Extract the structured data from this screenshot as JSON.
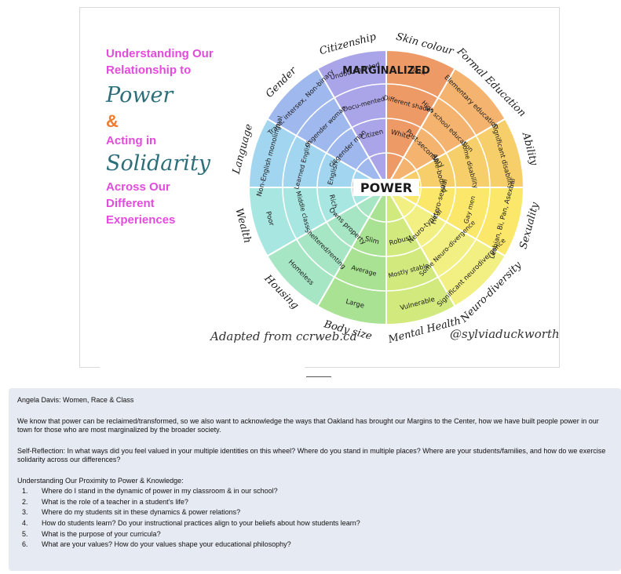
{
  "slide": {
    "title": {
      "line1": "Understanding Our",
      "line2": "Relationship to",
      "power": "Power",
      "amp": "&",
      "acting": "Acting in",
      "solidarity": "Solidarity",
      "line7": "Across Our",
      "line8": "Different",
      "line9": "Experiences"
    },
    "wheel": {
      "center": "POWER",
      "marginalized": "MARGINALIZED",
      "colors": [
        "#ee9a66",
        "#f4b470",
        "#f6cf6a",
        "#fbe86b",
        "#f2ef83",
        "#d2ea7d",
        "#a9e293",
        "#a6e6c4",
        "#a7e6e1",
        "#a2d5ef",
        "#9fb8ee",
        "#aaa4e9",
        "#b7a4e4",
        "#c9a7e8",
        "#e2a6e2",
        "#f09cc2"
      ],
      "segments": [
        {
          "category": "Skin colour",
          "outer": "Dark",
          "middle": "Different shades",
          "inner": "White"
        },
        {
          "category": "Formal Education",
          "outer": "Elementary education",
          "middle": "High school education",
          "inner": "Post-secondary"
        },
        {
          "category": "Ability",
          "outer": "Significant disability",
          "middle": "Some disability",
          "inner": "Able-bodied"
        },
        {
          "category": "Sexuality",
          "outer": "Lesbian, Bi, Pan, Asexual",
          "middle": "Gay men",
          "inner": "Hetero-sexual"
        },
        {
          "category": "Neuro-diversity",
          "outer": "Significant neurodivergence",
          "middle": "Some Neuro-divergence",
          "inner": "Neuro-typical"
        },
        {
          "category": "Mental Health",
          "outer": "Vulnerable",
          "middle": "Mostly stable",
          "inner": "Robust"
        },
        {
          "category": "Body size",
          "outer": "Large",
          "middle": "Average",
          "inner": "Slim"
        },
        {
          "category": "Housing",
          "outer": "Homeless",
          "middle": "Sheltered/renting",
          "inner": "Owns property"
        },
        {
          "category": "Wealth",
          "outer": "Poor",
          "middle": "Middle class",
          "inner": "Rich"
        },
        {
          "category": "Language",
          "outer": "Non-English monolingual",
          "middle": "Learned English",
          "inner": "English"
        },
        {
          "category": "Gender",
          "outer": "Trans, intersex, Non-binary",
          "middle": "cisgender woman",
          "inner": "cisgender man"
        },
        {
          "category": "Citizenship",
          "outer": "Undocumented",
          "middle": "Docu-mented",
          "inner": "Citizen"
        }
      ]
    },
    "credit": "Adapted from ccrweb.ca",
    "handle": "@sylviaduckworth"
  },
  "notes": {
    "heading": "Angela Davis: Women, Race & Class",
    "para1": "We know that power can be reclaimed/transformed, so we also want to acknowledge the ways that Oakland has brought our Margins to the Center, how we have built people power in our town for those who are most marginalized by the broader society.",
    "para2": "Self-Reflection: In what ways did you feel valued in your multiple identities on this wheel? Where do you stand in multiple places? Where are your students/families, and how do we exercise solidarity across our differences?",
    "list_heading": "Understanding Our Proximity to Power & Knowledge:",
    "items": [
      {
        "num": "1.",
        "text": "Where do I stand in the dynamic of power in my classroom & in our school?"
      },
      {
        "num": "2.",
        "text": "What is the role of a teacher in a student’s life?"
      },
      {
        "num": "3.",
        "text": "Where do my students sit in these dynamics & power relations?"
      },
      {
        "num": "4.",
        "text": "How do students learn? Do your instructional practices  align to your beliefs about how students learn?"
      },
      {
        "num": "5.",
        "text": "What is the purpose of your curricula?"
      },
      {
        "num": "6.",
        "text": "What are your values? How do your values shape your educational philosophy?"
      }
    ]
  }
}
